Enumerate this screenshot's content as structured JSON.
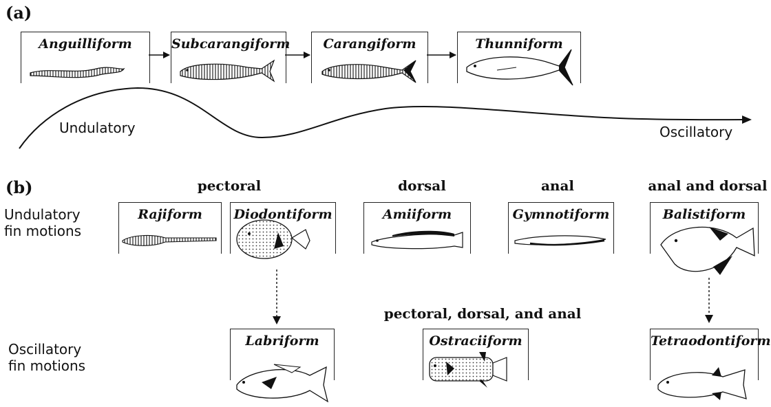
{
  "panel_a": {
    "label": "(a)",
    "modes": [
      "Anguilliform",
      "Subcarangiform",
      "Carangiform",
      "Thunniform"
    ],
    "undulatory": "Undulatory",
    "oscillatory": "Oscillatory"
  },
  "panel_b": {
    "label": "(b)",
    "headers": {
      "pectoral": "pectoral",
      "dorsal": "dorsal",
      "anal": "anal",
      "anal_dorsal": "anal and dorsal",
      "pda": "pectoral, dorsal, and anal"
    },
    "row_undulatory": [
      "Undulatory",
      "fin motions"
    ],
    "row_oscillatory": [
      "Oscillatory",
      "fin motions"
    ],
    "und_modes": [
      "Rajiform",
      "Diodontiform",
      "Amiiform",
      "Gymnotiform",
      "Balistiform"
    ],
    "osc_modes": [
      "Labriform",
      "Ostraciiform",
      "Tetraodontiform"
    ]
  }
}
